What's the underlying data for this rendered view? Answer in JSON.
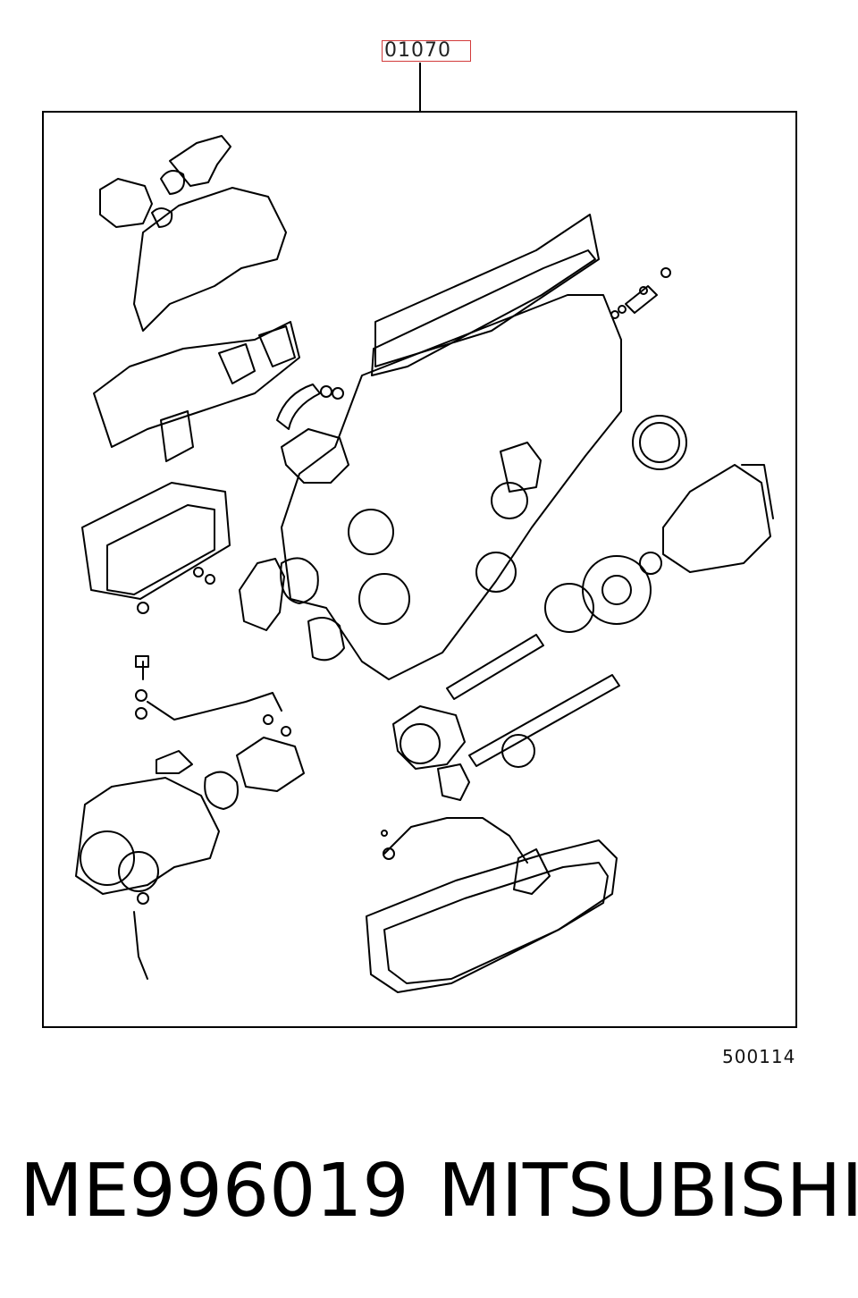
{
  "diagram": {
    "callout_label": "01070",
    "reference_code": "500114",
    "highlight_color": "#d23b3b",
    "line_color": "#000000"
  },
  "caption": {
    "part_number": "ME996019",
    "brand": "MITSUBISHI"
  }
}
